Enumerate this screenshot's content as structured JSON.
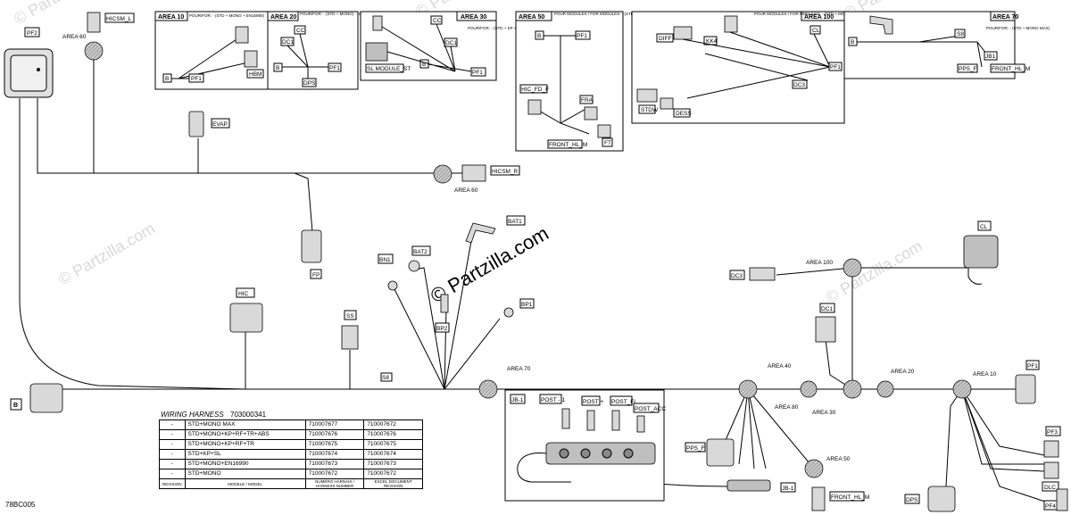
{
  "watermarks": {
    "main": "© Partzilla.com",
    "faint": "© Partzilla.com"
  },
  "document_id": "78BC005",
  "harness_table": {
    "title": "WIRING HARNESS",
    "number": "703000341",
    "rows": [
      {
        "rev": "-",
        "model": "STD+MONO MAX",
        "harness": "710007677",
        "excel": "710007672"
      },
      {
        "rev": "-",
        "model": "STD+MONO+KP+RF+TR+ABS",
        "harness": "710007676",
        "excel": "710007676"
      },
      {
        "rev": "-",
        "model": "STD+MONO+KP+RF+TR",
        "harness": "710007675",
        "excel": "710007675"
      },
      {
        "rev": "-",
        "model": "STD+KP+SL",
        "harness": "710007674",
        "excel": "710007674"
      },
      {
        "rev": "-",
        "model": "STD+MONO+EN16990",
        "harness": "710007673",
        "excel": "710007673"
      },
      {
        "rev": "-",
        "model": "STD+MONO",
        "harness": "710007672",
        "excel": "710007672"
      }
    ],
    "headers": {
      "rev": "REVISION",
      "model": "MODELE / MODEL",
      "harness": "NUMÉRO HARNAIS / HARNESS NUMBER",
      "excel": "EXCEL DOCUMENT REVISION"
    }
  },
  "labels": {
    "pf2": "PF2",
    "hicsm_l": "HICSM_L",
    "hicsm_r": "HICSM_R",
    "evap": "EVAP",
    "fp": "FP",
    "hic": "HIC",
    "ss": "SS",
    "b": "B",
    "bn1": "BN1",
    "bat2": "BAT2",
    "bat1": "BAT1",
    "bp1": "BP1",
    "bp2": "BP2",
    "cl": "CL",
    "dc3": "DC3",
    "dc1": "DC1",
    "pf1": "PF1",
    "pf3": "PF3",
    "dlc": "DLC",
    "pf4": "PF4",
    "dps": "DPS",
    "pps_f": "PPS_F",
    "front_hl_m": "FRONT_HL_M",
    "jb1": "JB-1",
    "jb1_box": "JB-1",
    "s8": "S8",
    "post1": "POST - 1",
    "post_plus": "POST +",
    "post_fl": "POST_FL",
    "post_acc": "POST_ACC"
  },
  "splices": {
    "area60_a": "AREA 60",
    "area60_b": "AREA 60",
    "area100": "AREA 100",
    "area70": "AREA 70",
    "area40": "AREA 40",
    "area80": "AREA 80",
    "area30": "AREA 30",
    "area20": "AREA 20",
    "area10": "AREA 10",
    "area50": "AREA 50"
  },
  "insets": {
    "area10": {
      "title": "AREA 10",
      "note": "POUR/FOR: - (STD + MONO + EN16990)",
      "b": "B",
      "pf1": "PF1",
      "hbm": "HBM"
    },
    "area20": {
      "title": "AREA 20",
      "note": "POUR/FOR: - (STD + MONO) - (STD + MONO MAX) - (STD + KP + SL) - (STD + MONO + EN16990)",
      "cc": "CC",
      "dc1": "DC1",
      "b": "B",
      "pf1": "PF1",
      "dps": "DPS"
    },
    "area30": {
      "title": "AREA 30",
      "note": "POUR/FOR: - (STD + KP + SL)",
      "cc": "CC",
      "dc1": "DC1",
      "sl_module": "SL MODULE_ST",
      "b": "B",
      "pf1": "PF1"
    },
    "area50": {
      "title": "AREA 50",
      "note": "POUR MODULES / FOR MODULES: - (STD + MONO) - (STD + MONO MAX)",
      "b": "B",
      "pf1": "PF1",
      "hic_fd_f": "HIC_FD_F",
      "fra": "FRA",
      "ft": "FT",
      "front_hl_m": "FRONT_HL_M"
    },
    "area100": {
      "title": "AREA 100",
      "note": "POUR MODULES / FOR MODULES: - (STD + MONO + KP + RF + TR + ABS)",
      "diff": "DIFF",
      "kk4": "KK4",
      "cl": "CL",
      "pf1": "PF1",
      "dc3": "DC3",
      "stdw": "STDW",
      "dess": "DESS"
    },
    "area70": {
      "title": "AREA 70",
      "note": "POUR/FOR: - (STD + MONO MAX)",
      "b": "B",
      "s8": "S8",
      "pps_f": "PPS_F",
      "jb1": "JB1",
      "front_hl_m": "FRONT_HL_M"
    }
  }
}
